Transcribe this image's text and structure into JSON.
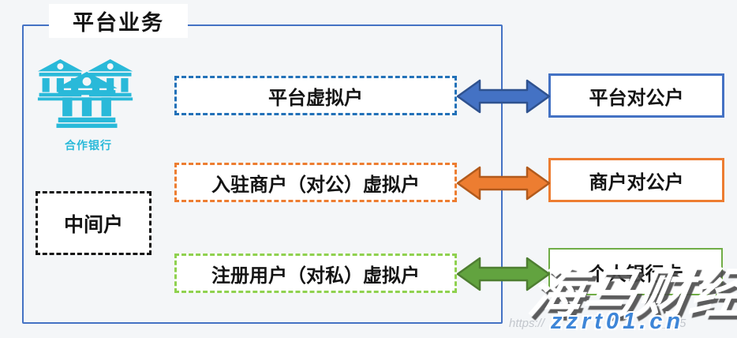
{
  "colors": {
    "background": "#f4f6f8",
    "container_border": "#4472c4",
    "virtual_blue": "#2271b8",
    "merchant_orange": "#ed7d31",
    "user_green_light": "#8fd14f",
    "user_green_dark": "#70ad47",
    "bank_cyan": "#29b9d9",
    "middle_black": "#141414"
  },
  "container": {
    "title": "平台业务"
  },
  "bank": {
    "label": "合作银行"
  },
  "virtual_accounts": [
    {
      "label": "平台虚拟户",
      "border_color": "#2271b8",
      "border_style": "dashed"
    },
    {
      "label": "入驻商户（对公）虚拟户",
      "border_color": "#ed7d31",
      "border_style": "dashed"
    },
    {
      "label": "注册用户（对私）虚拟户",
      "border_color": "#8fd14f",
      "border_style": "dashed"
    }
  ],
  "middle_account": {
    "label": "中间户",
    "border_color": "#141414",
    "border_style": "dashed"
  },
  "external_accounts": [
    {
      "label": "平台对公户",
      "border_color": "#4472c4",
      "border_style": "solid"
    },
    {
      "label": "商户对公户",
      "border_color": "#ed7d31",
      "border_style": "solid"
    },
    {
      "label": "个人银行卡",
      "border_color": "#70ad47",
      "border_style": "solid"
    }
  ],
  "arrows": [
    {
      "between": "平台虚拟户 ↔ 平台对公户",
      "fill": "#4472c4",
      "stroke": "#2f528f",
      "type": "double-headed"
    },
    {
      "between": "入驻商户（对公）虚拟户 ↔ 商户对公户",
      "fill": "#ed7d31",
      "stroke": "#b25a1c",
      "type": "double-headed"
    },
    {
      "between": "注册用户（对私）虚拟户 ↔ 个人银行卡",
      "fill": "#62a33f",
      "stroke": "#4e7e31",
      "type": "double-headed"
    }
  ],
  "watermark": {
    "brand": "海马财经",
    "site": "zzrt01.cn",
    "url_fragment_left": "https://",
    "url_fragment_mid": "_425"
  }
}
